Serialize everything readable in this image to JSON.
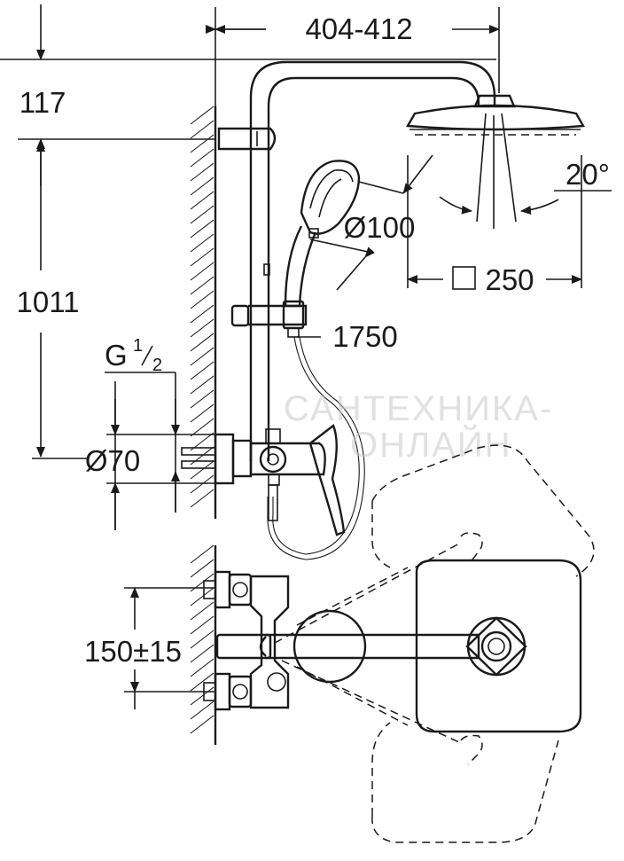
{
  "dimensions": {
    "projection_width": "404-412",
    "projection_height": "117",
    "rail_height": "1011",
    "hand_shower_diameter": "Ø100",
    "head_shower_size": "250",
    "head_tilt": "20°",
    "hose_length": "1750",
    "thread_main": "G",
    "thread_num": "1",
    "thread_den": "2",
    "escutcheon_diameter": "Ø70",
    "inlet_spacing": "150±15"
  },
  "watermark": {
    "line1": "САНТЕХНИКА-",
    "line2": "ОНЛАЙН"
  }
}
